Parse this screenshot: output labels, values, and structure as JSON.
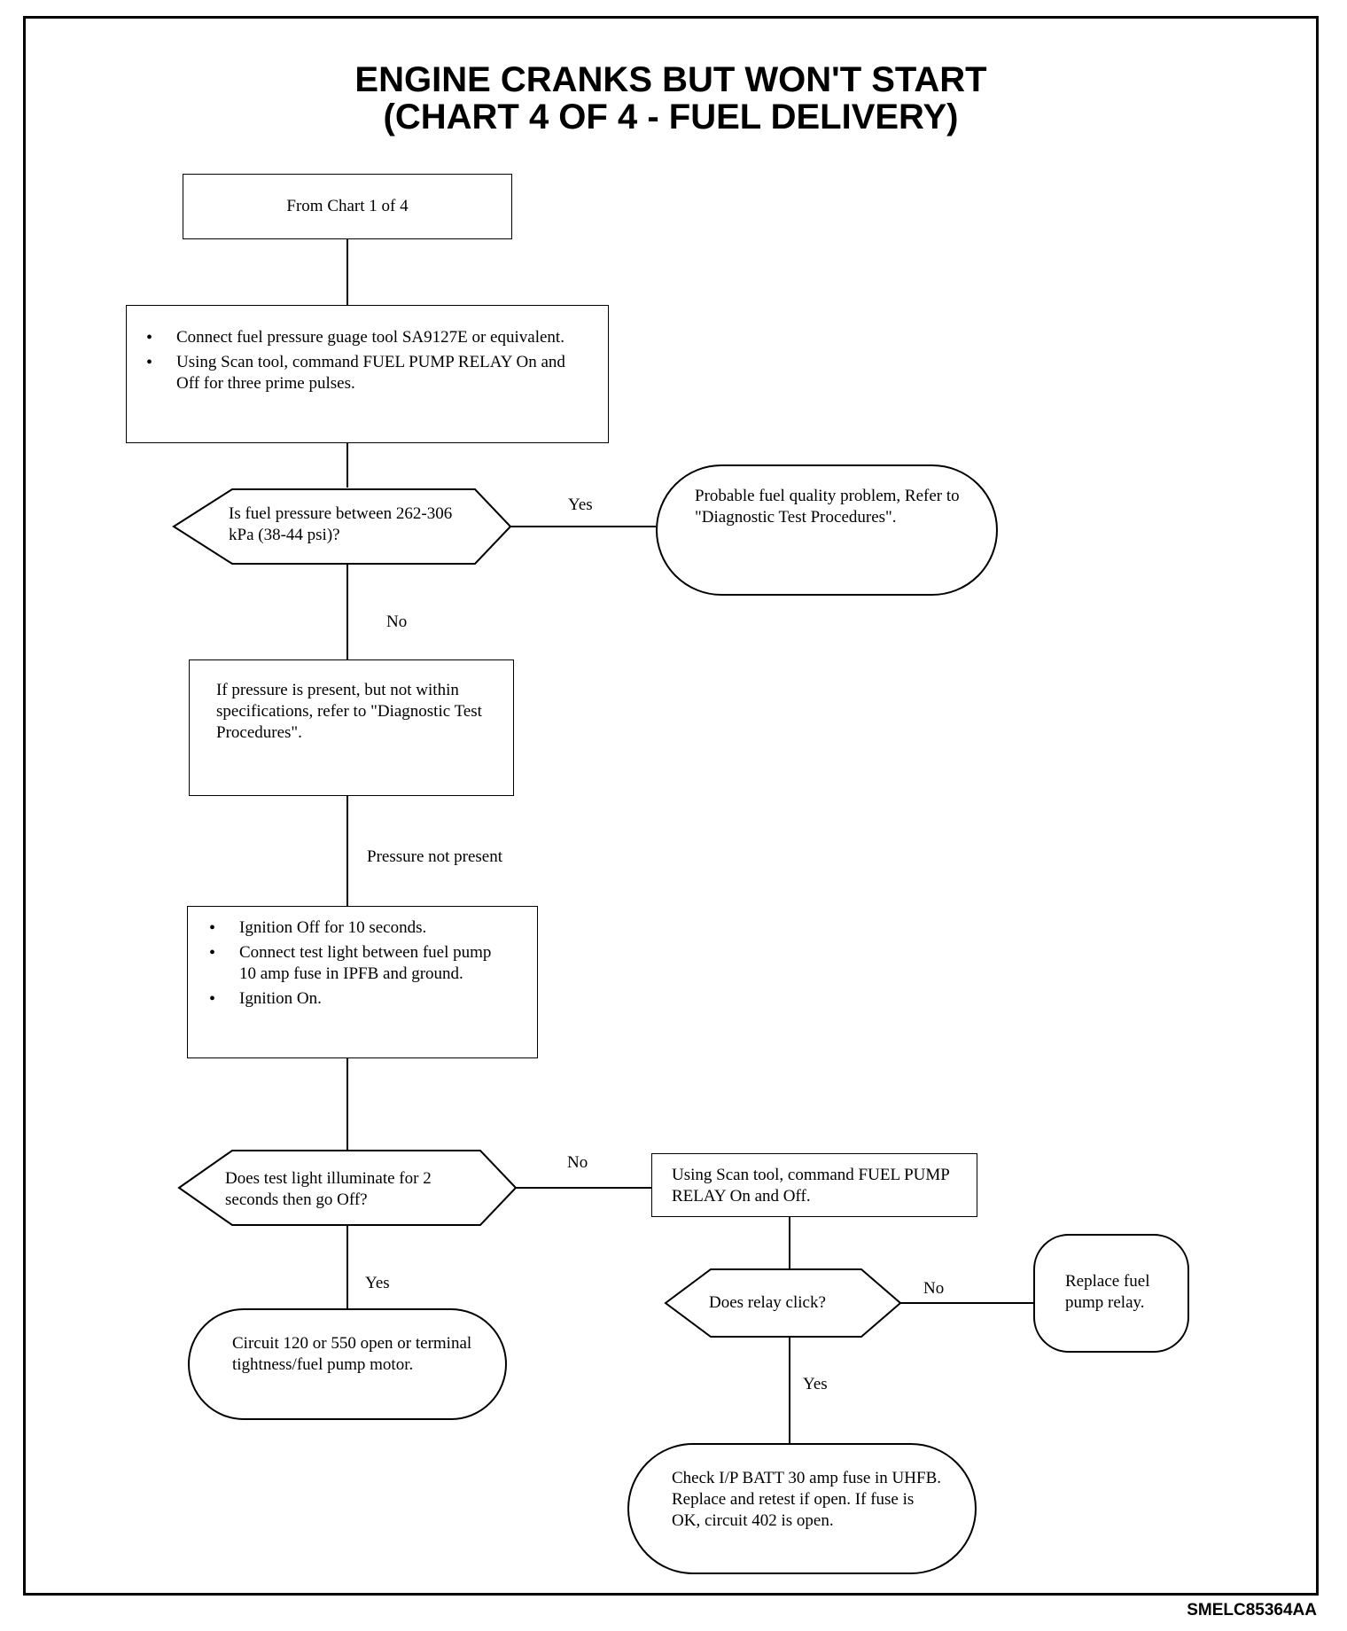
{
  "title": {
    "line1": "ENGINE CRANKS BUT WON'T START",
    "line2": "(CHART 4 OF 4 - FUEL DELIVERY)"
  },
  "nodes": {
    "start": "From Chart 1 of 4",
    "step1": {
      "bullets": [
        "Connect fuel pressure guage tool SA9127E or equivalent.",
        "Using Scan tool, command FUEL PUMP RELAY On and Off for three prime pulses."
      ]
    },
    "decision1": "Is fuel pressure between 262-306 kPa (38-44 psi)?",
    "result_fuel_quality": "Probable fuel quality problem, Refer to \"Diagnostic Test Procedures\".",
    "step2": "If pressure is present, but not within specifications, refer to \"Diagnostic Test Procedures\".",
    "step3": {
      "bullets": [
        "Ignition Off for 10 seconds.",
        "Connect test light between fuel pump 10 amp fuse in IPFB and ground.",
        "Ignition On."
      ]
    },
    "decision2": "Does test light illuminate for 2 seconds then go Off?",
    "step4": "Using Scan tool, command FUEL PUMP RELAY On and Off.",
    "result_circuit": "Circuit 120 or 550 open or terminal tightness/fuel pump motor.",
    "decision3": "Does relay click?",
    "result_replace_relay": "Replace fuel pump relay.",
    "result_check_fuse": "Check I/P BATT 30 amp fuse in UHFB. Replace and retest if open. If fuse is OK, circuit 402 is open."
  },
  "labels": {
    "d1_yes": "Yes",
    "d1_no": "No",
    "pressure_not_present": "Pressure not present",
    "d2_no": "No",
    "d2_yes": "Yes",
    "d3_no": "No",
    "d3_yes": "Yes"
  },
  "footer": "SMELC85364AA"
}
